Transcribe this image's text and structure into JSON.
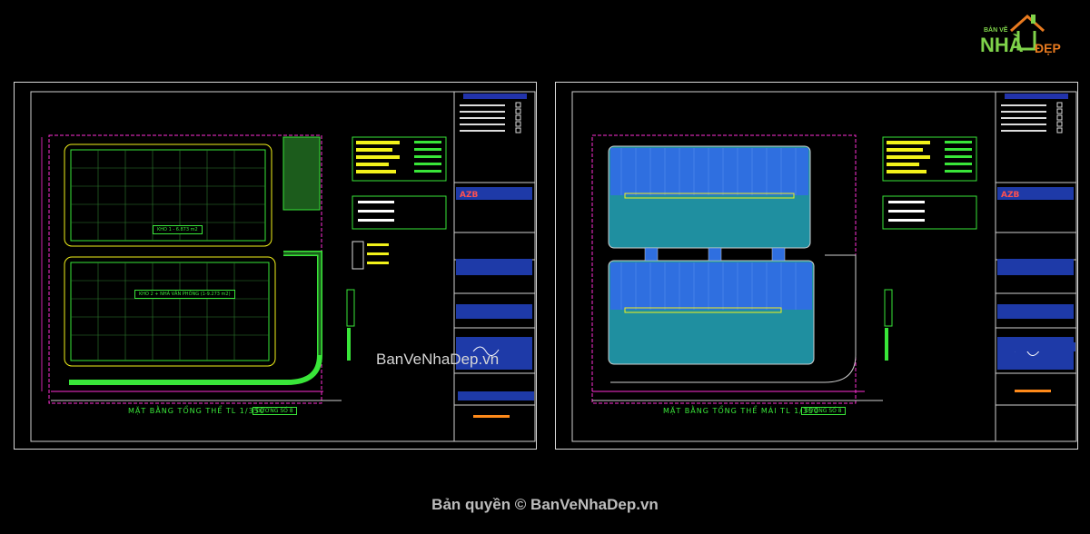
{
  "logo": {
    "top_text": "BẢN VẼ",
    "main_text": "NHÀ",
    "side_text": "ĐẸP",
    "icon": "house-icon",
    "colors": {
      "green": "#7fd34a",
      "orange": "#e87a1f"
    }
  },
  "sheets": [
    {
      "title": "MẶT BẰNG TỔNG THỂ TL 1/350",
      "scale_tag": "ĐƯỜNG SỐ 8",
      "zone_top": "KHO 1 - 6.873 m2",
      "zone_bottom": "KHO 2 + NHÀ VĂN PHÒNG (1-9.273 m2)",
      "title_block_brand": "AZB"
    },
    {
      "title": "MẶT BẰNG TỔNG THỂ MÁI TL 1/350",
      "scale_tag": "ĐƯỜNG SỐ 8",
      "title_block_brand": "AZB"
    }
  ],
  "watermark": "BanVeNhaDep.vn",
  "copyright": "Bản quyền © BanVeNhaDep.vn",
  "colors": {
    "frame": "#d8d8d8",
    "cad_green": "#39e639",
    "magenta": "#ff2fd6",
    "yellow": "#f2f21a",
    "roof_blue": "#2f6fe0",
    "roof_teal": "#1f8fa0"
  }
}
